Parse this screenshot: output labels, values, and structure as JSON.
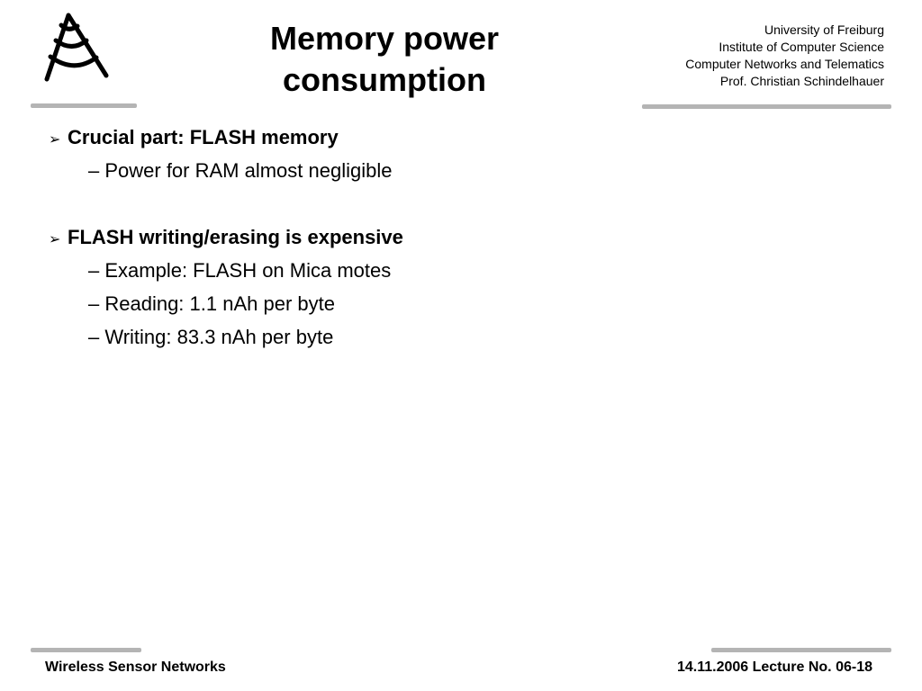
{
  "header": {
    "title_line1": "Memory power",
    "title_line2": "consumption",
    "affiliation": [
      "University of Freiburg",
      "Institute of Computer Science",
      "Computer Networks and Telematics",
      "Prof. Christian Schindelhauer"
    ]
  },
  "content": {
    "bullet_marker": "➢",
    "bullets": [
      {
        "text": "Crucial part: FLASH memory",
        "subitems": [
          "– Power for RAM almost negligible"
        ]
      },
      {
        "text": "FLASH writing/erasing is expensive",
        "subitems": [
          "– Example: FLASH on Mica motes",
          "– Reading: 1.1 nAh per byte",
          "– Writing: 83.3 nAh per byte"
        ]
      }
    ]
  },
  "footer": {
    "left": "Wireless Sensor Networks",
    "right": "14.11.2006 Lecture No. 06-18"
  },
  "logo": {
    "icon": "antenna-logo-icon"
  },
  "colors": {
    "rule": "#b4b4b4",
    "text": "#000000",
    "background": "#ffffff"
  }
}
